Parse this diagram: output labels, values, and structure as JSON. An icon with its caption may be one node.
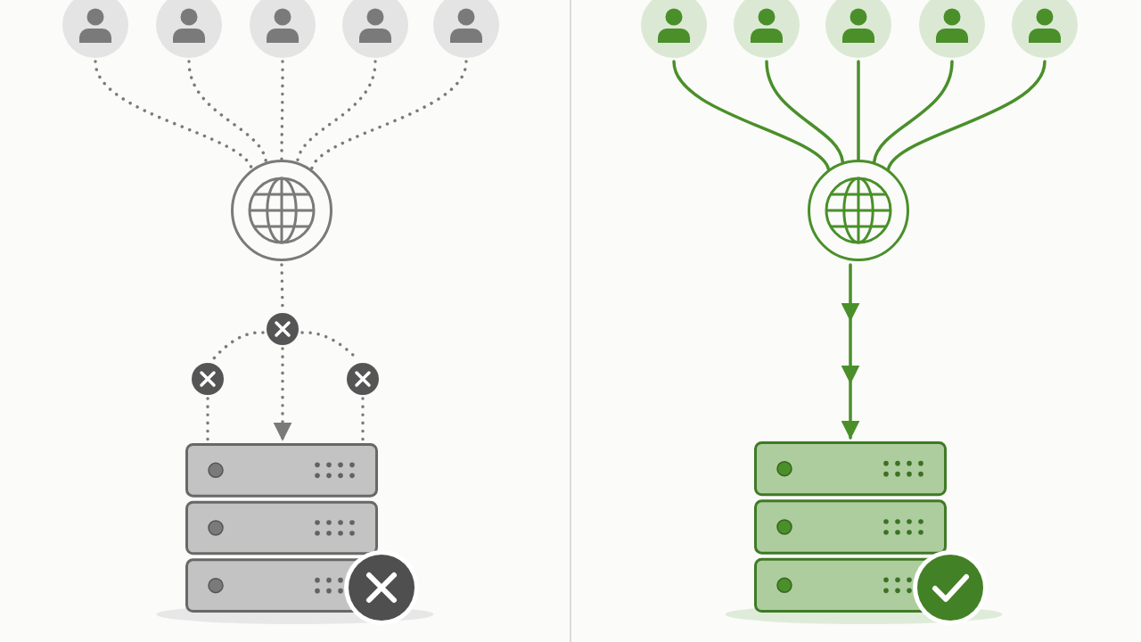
{
  "diagram": {
    "nodes": [
      {
        "text": [],
        "shape": "person"
      },
      {
        "text": [],
        "shape": "person"
      },
      {
        "text": [],
        "shape": "person"
      },
      {
        "text": [],
        "shape": "person"
      },
      {
        "text": [],
        "shape": "person"
      },
      {
        "text": [],
        "shape": "globe"
      },
      {
        "text": [],
        "shape": "cross"
      },
      {
        "text": [],
        "shape": "cross"
      },
      {
        "text": [],
        "shape": "cross"
      },
      {
        "text": [],
        "shape": "server"
      },
      {
        "text": [],
        "shape": "person"
      },
      {
        "text": [],
        "shape": "person"
      },
      {
        "text": [],
        "shape": "person"
      },
      {
        "text": [],
        "shape": "person"
      },
      {
        "text": [],
        "shape": "person"
      },
      {
        "text": [],
        "shape": "globe"
      },
      {
        "text": [],
        "shape": "server"
      }
    ],
    "edges": [
      {
        "from": 0,
        "to": 5,
        "arrow": "none",
        "style": "dashed",
        "color": "#7a7a7a"
      },
      {
        "from": 1,
        "to": 5,
        "arrow": "none",
        "style": "dashed",
        "color": "#7a7a7a"
      },
      {
        "from": 2,
        "to": 5,
        "arrow": "none",
        "style": "dashed",
        "color": "#7a7a7a"
      },
      {
        "from": 3,
        "to": 5,
        "arrow": "none",
        "style": "dashed",
        "color": "#7a7a7a"
      },
      {
        "from": 4,
        "to": 5,
        "arrow": "none",
        "style": "dashed",
        "color": "#7a7a7a"
      },
      {
        "from": 5,
        "to": 6,
        "arrow": "none",
        "style": "dashed",
        "color": "#7a7a7a"
      },
      {
        "from": 6,
        "to": 7,
        "arrow": "none",
        "style": "dashed",
        "color": "#7a7a7a"
      },
      {
        "from": 6,
        "to": 8,
        "arrow": "none",
        "style": "dashed",
        "color": "#7a7a7a"
      },
      {
        "from": 6,
        "to": 9,
        "arrow": "to",
        "style": "dashed",
        "color": "#7a7a7a"
      },
      {
        "from": 7,
        "to": 9,
        "arrow": "none",
        "style": "dashed",
        "color": "#7a7a7a"
      },
      {
        "from": 8,
        "to": 9,
        "arrow": "none",
        "style": "dashed",
        "color": "#7a7a7a"
      },
      {
        "from": 10,
        "to": 15,
        "arrow": "none",
        "color": "#4a8f2a"
      },
      {
        "from": 11,
        "to": 15,
        "arrow": "none",
        "color": "#4a8f2a"
      },
      {
        "from": 12,
        "to": 15,
        "arrow": "none",
        "color": "#4a8f2a"
      },
      {
        "from": 13,
        "to": 15,
        "arrow": "none",
        "color": "#4a8f2a"
      },
      {
        "from": 14,
        "to": 15,
        "arrow": "none",
        "color": "#4a8f2a"
      },
      {
        "from": 15,
        "to": 16,
        "arrow": "to",
        "color": "#4a8f2a"
      }
    ]
  }
}
